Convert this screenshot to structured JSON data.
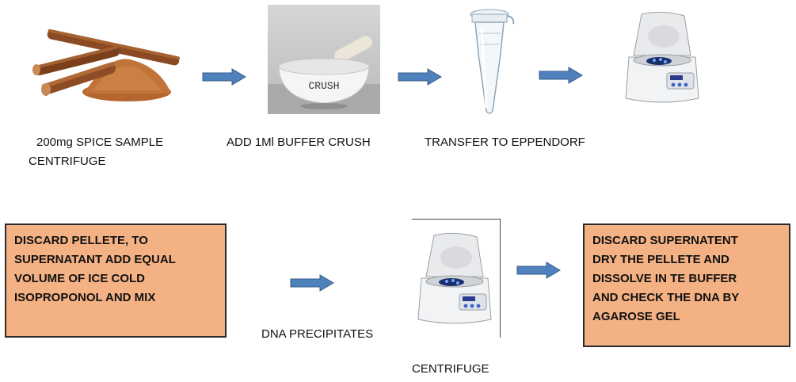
{
  "steps": {
    "spice_label": [
      "200mg  SPICE  SAMPLE",
      "CENTRIFUGE"
    ],
    "mortar_label": "ADD 1Ml BUFFER CRUSH",
    "mortar_text": "CRUSH",
    "eppendorf_label": "TRANSFER TO EPPENDORF",
    "box_left": [
      "DISCARD PELLETE, TO",
      "SUPERNATANT ADD EQUAL",
      "VOLUME OF ICE COLD",
      "ISOPROPONOL AND MIX"
    ],
    "precipitate_label": "DNA PRECIPITATES",
    "centrifuge_label": "CENTRIFUGE",
    "box_right": [
      "DISCARD SUPERNATENT",
      "DRY THE PELLETE  AND",
      "DISSOLVE IN TE BUFFER",
      "AND CHECK THE DNA BY",
      "AGAROSE GEL"
    ]
  },
  "colors": {
    "box_fill": "#f4b183",
    "arrow_fill": "#4f81bd",
    "arrow_stroke": "#385d8a"
  },
  "icons": [
    "cinnamon-spice-icon",
    "mortar-pestle-icon",
    "eppendorf-tube-icon",
    "centrifuge-icon",
    "flow-arrow-icon"
  ]
}
